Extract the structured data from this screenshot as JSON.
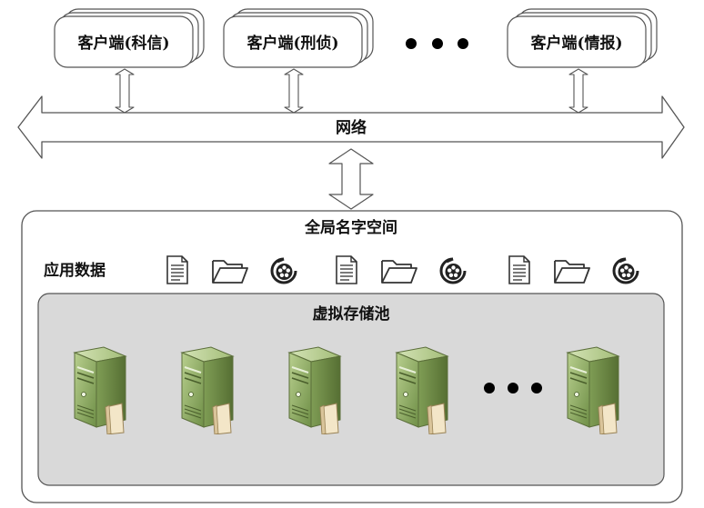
{
  "clients": [
    {
      "label": "客户端(科信)"
    },
    {
      "label": "客户端(刑侦)"
    },
    {
      "label": "客户端(情报)"
    }
  ],
  "network": {
    "label": "网络"
  },
  "namespace": {
    "label": "全局名字空间"
  },
  "app_data": {
    "label": "应用数据",
    "icon_groups": [
      [
        "document-icon",
        "folder-icon",
        "media-icon"
      ],
      [
        "document-icon",
        "folder-icon",
        "media-icon"
      ],
      [
        "document-icon",
        "folder-icon",
        "media-icon"
      ]
    ]
  },
  "storage_pool": {
    "label": "虚拟存储池",
    "servers_before_ellipsis": 4,
    "servers_after_ellipsis": 1,
    "server_icon": "server-icon"
  },
  "colors": {
    "box_fill": "#ffffff",
    "stroke": "#555555",
    "pool_fill": "#d9d9d9",
    "server_green": "#8aa863"
  }
}
